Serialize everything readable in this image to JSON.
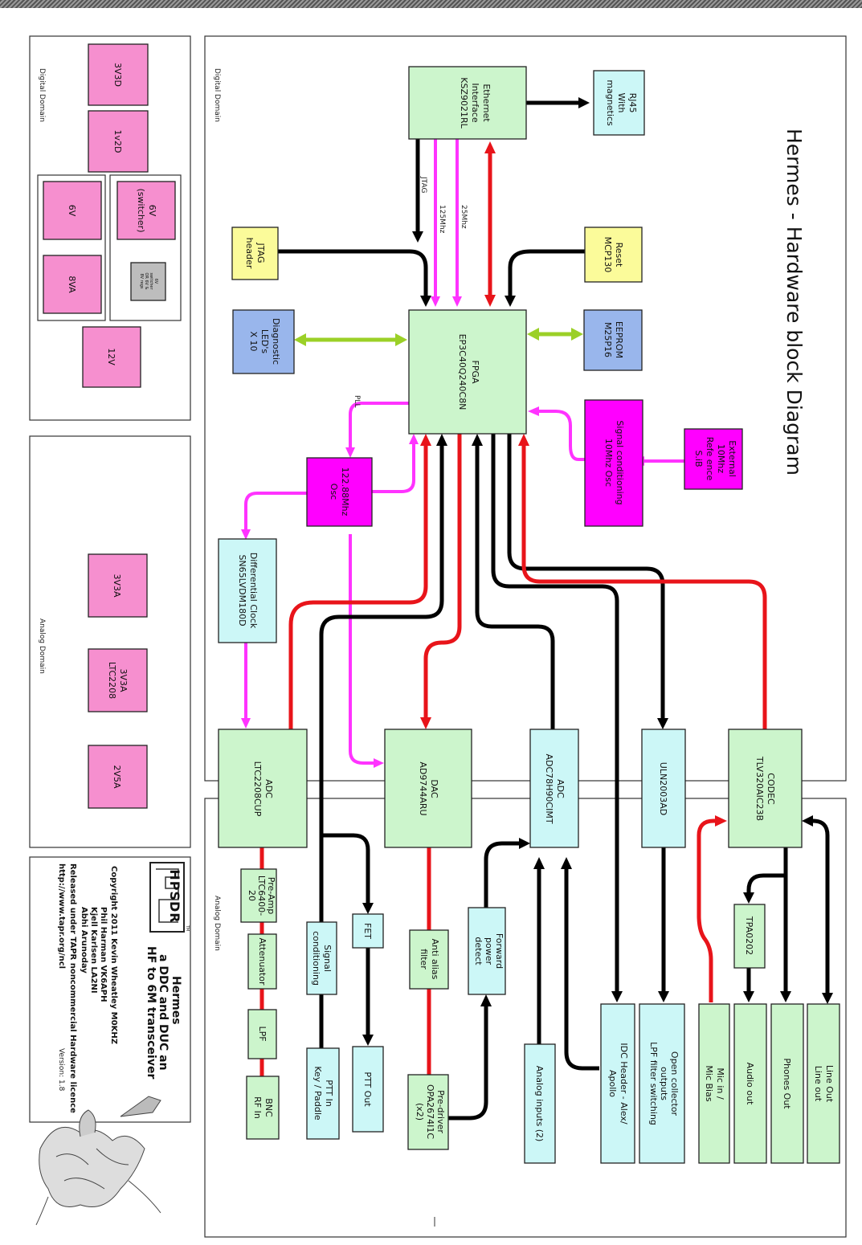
{
  "title": "Hermes - Hardware block Diagram",
  "domains": {
    "digital_top": "Digital Domain",
    "digital_left": "Digital Domain",
    "analog_left": "Analog Domain",
    "analog_bottom": "Analog Domain"
  },
  "blocks": {
    "ethernet": [
      "Ethernet",
      "Interface",
      "KSZ9021RL"
    ],
    "rj45": [
      "RJ45",
      "With",
      "magnetics"
    ],
    "reset": [
      "Reset",
      "MCP130"
    ],
    "jtag_header": [
      "JTAG",
      "header"
    ],
    "fpga": [
      "FPGA",
      "EP3C40Q240C8N"
    ],
    "eeprom": [
      "EEPROM",
      "M25P16"
    ],
    "leds": [
      "Diagnostic",
      "LED's",
      "X 10"
    ],
    "ext_ref": [
      "External",
      "10Mhz",
      "Refe ence",
      "S.iB"
    ],
    "sigcond10": [
      "Signal conditioning",
      "10Mhz Osc"
    ],
    "osc122": [
      "122.88Mhz",
      "Osc"
    ],
    "diffclk": [
      "Differential Clock",
      "SN65LVDM180D"
    ],
    "adc_ltc": [
      "ADC",
      "LTC2208CUP"
    ],
    "dac": [
      "DAC",
      "AD9744ARU"
    ],
    "adc78": [
      "ADC",
      "ADC78H90CIMT"
    ],
    "uln": [
      "ULN2003AD"
    ],
    "codec": [
      "CODEC",
      "TLV320AIC23B"
    ],
    "preamp": [
      "Pre-Amp",
      "LTC6400-",
      "20"
    ],
    "attenuator": [
      "Attenuator"
    ],
    "lpf": [
      "LPF"
    ],
    "bnc": [
      "BNC",
      "RF In"
    ],
    "sigcond_ptt": [
      "Signal",
      "conditioning"
    ],
    "ptt_in": [
      "PTT In",
      "Key / Paddle"
    ],
    "fet": [
      "FET"
    ],
    "ptt_out": [
      "PTT Out"
    ],
    "antialias": [
      "Anti alias",
      "filter"
    ],
    "predriver": [
      "Pre-driver",
      "OPA2674I1C",
      "(x2)"
    ],
    "fwdpower": [
      "Forward",
      "power",
      "detect"
    ],
    "analog_inputs": [
      "Analog inputs (2)"
    ],
    "idc": [
      "IDC Header - Alex/",
      "Apollo"
    ],
    "opencollector": [
      "Open collector",
      "outputs",
      "LPF filter switching"
    ],
    "tpa": [
      "TPA0202"
    ],
    "micin": [
      "Mic in /",
      "Mic Bias"
    ],
    "audioout": [
      "Audio out"
    ],
    "phones": [
      "Phones Out"
    ],
    "lineout": [
      "Line Out",
      "Line out"
    ]
  },
  "signals": {
    "jtag": "JTAG",
    "clk125": "125Mhz",
    "clk25": "25Mhz",
    "pll": "PLL"
  },
  "power": {
    "v3v3d": "3V3D",
    "v1v2d": "1v2D",
    "v6v_switcher": [
      "6V",
      "(switcher)"
    ],
    "v6v": "6V",
    "v8va": "8VA",
    "switcher_note": [
      "6V",
      "switcher",
      "OR 6V &",
      "8V regs"
    ],
    "v12v": "12V",
    "v3v3a": "3V3A",
    "v3v3a_ltc": [
      "3V3A",
      "LTC2208"
    ],
    "v2v5a": "2V5A"
  },
  "credits": {
    "logo": "HPSDR",
    "tm": "TM",
    "name": "Hermes",
    "desc1": "a DDC and DUC an",
    "desc2": "HF to 6M transceiver",
    "copyright": "Copyright 2011 Kevin Wheatley M0KHZ",
    "author2": "Phil Harman VK6APH",
    "author3": "Kjell Karlsen LA2NI",
    "author4": "Abhi Arunoday",
    "licence": "Released under TAPR noncommercial Hardware licence",
    "url": "http://www.tapr.org/ncl",
    "version": "Version: 1.8"
  }
}
